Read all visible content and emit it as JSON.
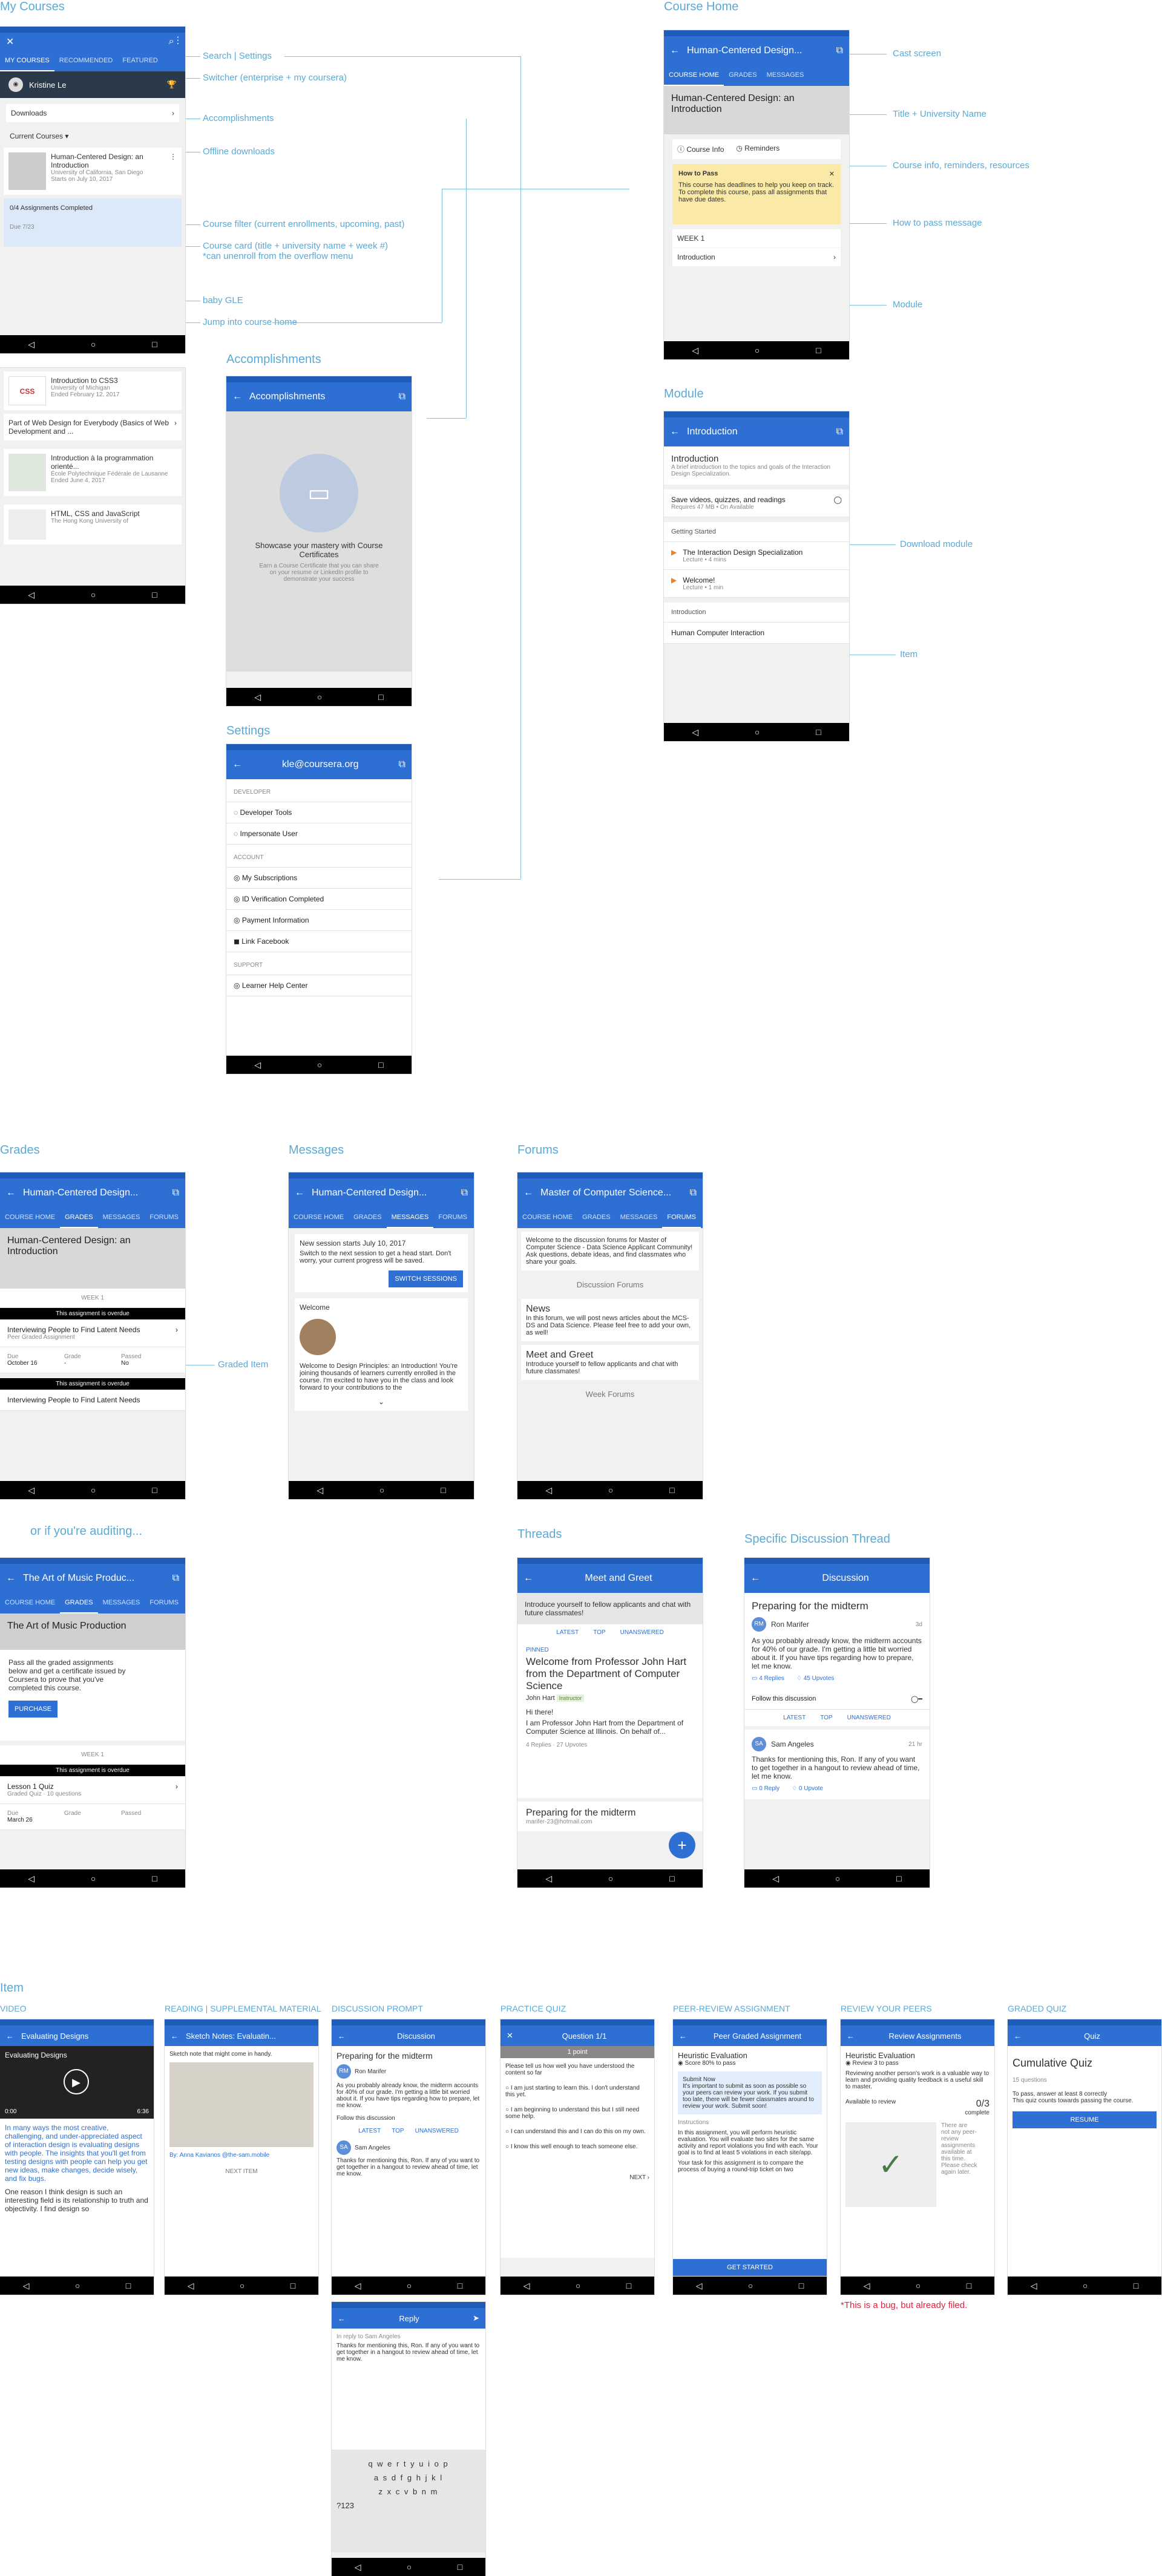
{
  "sections": {
    "my_courses": "My Courses",
    "course_home": "Course Home",
    "accomplishments": "Accomplishments",
    "module": "Module",
    "settings": "Settings",
    "grades": "Grades",
    "messages": "Messages",
    "forums": "Forums",
    "auditing": "or if you're auditing...",
    "threads": "Threads",
    "thread": "Specific Discussion Thread",
    "item": "Item"
  },
  "annotations": {
    "search": "Search  |  Settings",
    "switcher": "Switcher (enterprise + my coursera)",
    "accomplishments": "Accomplishments",
    "offline": "Offline downloads",
    "filter": "Course filter (current enrollments, upcoming, past)",
    "card": "Course card (title + university name + week #)",
    "card2": "*can unenroll from the overflow menu",
    "gle": "baby GLE",
    "jump": "Jump into course home",
    "cast": "Cast screen",
    "title": "Title + University Name",
    "info": "Course info, reminders, resources",
    "pass": "How to pass message",
    "module": "Module",
    "download": "Download module",
    "item": "Item",
    "graded": "Graded Item"
  },
  "item_labels": [
    "VIDEO",
    "READING | Supplemental material",
    "DISCUSSION PROMPT",
    "PRACTICE QUIZ",
    "PEER-REVIEW ASSIGNMENT",
    "REVIEW YOUR PEERS",
    "GRADED QUIZ"
  ],
  "bug_note": "*This is a bug, but already filed.",
  "nav": {
    "back": "◁",
    "home": "○",
    "recent": "□"
  },
  "mycourses": {
    "tabs": [
      "MY COURSES",
      "RECOMMENDED",
      "FEATURED"
    ],
    "user": "Kristine Le",
    "downloads": "Downloads",
    "filter": "Current Courses",
    "course1": "Human-Centered Design: an Introduction",
    "uni1": "University of California, San Diego",
    "start1": "Starts on July 10, 2017",
    "completed": "0/4 Assignments Completed",
    "due": "Due 7/23",
    "course2": "Introduction to CSS3",
    "uni2": "University of Michigan",
    "end2": "Ended February 12, 2017",
    "course3": "Part of Web Design for Everybody (Basics of Web Development and ...",
    "course4": "Introduction à la programmation orienté...",
    "uni4": "École Polytechnique Fédérale de Lausanne",
    "end4": "Ended June 4, 2017",
    "course5": "HTML, CSS and JavaScript",
    "uni5": "The Hong Kong University of"
  },
  "coursehome": {
    "title": "Human-Centered Design...",
    "tabs": [
      "COURSE HOME",
      "GRADES",
      "MESSAGES"
    ],
    "hero": "Human-Centered Design: an Introduction",
    "info": "Course Info",
    "reminders": "Reminders",
    "pass_title": "How to Pass",
    "pass_body": "This course has deadlines to help you keep on track. To complete this course, pass all assignments that have due dates.",
    "week": "WEEK 1",
    "intro": "Introduction"
  },
  "accomp": {
    "title": "Accomplishments",
    "head": "Showcase your mastery with Course Certificates",
    "body": "Earn a Course Certificate that you can share on your resume or LinkedIn profile to demonstrate your success"
  },
  "modulescr": {
    "title": "Introduction",
    "heading": "Introduction",
    "desc": "A brief introduction to the topics and goals of the Interaction Design Specialization.",
    "save": "Save videos, quizzes, and readings",
    "save_sub": "Requires 47 MB • On Available",
    "group": "Getting Started",
    "it1": "The Interaction Design Specialization",
    "it1s": "Lecture • 4 mins",
    "it2": "Welcome!",
    "it2s": "Lecture • 1 min",
    "group2": "Introduction",
    "it3": "Human Computer Interaction"
  },
  "settings": {
    "email": "kle@coursera.org",
    "dev": "DEVELOPER",
    "tools": "Developer Tools",
    "imp": "Impersonate User",
    "acct": "ACCOUNT",
    "subs": "My Subscriptions",
    "id": "ID Verification Completed",
    "pay": "Payment Information",
    "fb": "Link Facebook",
    "support": "SUPPORT",
    "help": "Learner Help Center"
  },
  "grades": {
    "title": "Human-Centered Design...",
    "tabs": [
      "COURSE HOME",
      "GRADES",
      "MESSAGES",
      "FORUMS"
    ],
    "hero": "Human-Centered Design: an Introduction",
    "week": "WEEK 1",
    "overdue": "This assignment is overdue",
    "item": "Interviewing People to Find Latent Needs",
    "type": "Peer Graded Assignment",
    "cols": [
      "Due",
      "Grade",
      "Passed"
    ],
    "vals": [
      "October 16",
      "-",
      "No"
    ],
    "item2": "Interviewing People to Find Latent Needs"
  },
  "messages": {
    "title": "Human-Centered Design...",
    "tabs": [
      "COURSE HOME",
      "GRADES",
      "MESSAGES",
      "FORUMS"
    ],
    "msg_title": "New session starts July 10, 2017",
    "msg_body": "Switch to the next session to get a head start. Don't worry, your current progress will be saved.",
    "btn": "SWITCH SESSIONS",
    "welcome": "Welcome",
    "welcome_body": "Welcome to Design Principles: an Introduction! You're joining thousands of learners currently enrolled in the course. I'm excited to have you in the class and look forward to your contributions to the"
  },
  "forums": {
    "title": "Master of Computer Science...",
    "tabs": [
      "COURSE HOME",
      "GRADES",
      "MESSAGES",
      "FORUMS"
    ],
    "intro": "Welcome to the discussion forums for Master of Computer Science - Data Science Applicant Community! Ask questions, debate ideas, and find classmates who share your goals.",
    "dforums": "Discussion Forums",
    "news": "News",
    "news_body": "In this forum, we will post news articles about the MCS-DS and Data Science. Please feel free to add your own, as well!",
    "meet": "Meet and Greet",
    "meet_body": "Introduce yourself to fellow applicants and chat with future classmates!",
    "week": "Week Forums"
  },
  "audit": {
    "title": "The Art of Music Produc...",
    "tabs": [
      "COURSE HOME",
      "GRADES",
      "MESSAGES",
      "FORUMS"
    ],
    "hero": "The Art of Music Production",
    "body": "Pass all the graded assignments below and get a certificate issued by Coursera to prove that you've completed this course.",
    "btn": "PURCHASE",
    "week": "WEEK 1",
    "overdue": "This assignment is overdue",
    "quiz": "Lesson 1 Quiz",
    "quiz_sub": "Graded Quiz · 10 questions",
    "cols": [
      "Due",
      "Grade",
      "Passed"
    ],
    "due": "March 26"
  },
  "threads": {
    "title": "Meet and Greet",
    "intro": "Introduce yourself to fellow applicants and chat with future classmates!",
    "tabs": [
      "LATEST",
      "TOP",
      "UNANSWERED"
    ],
    "pinned": "PINNED",
    "post": "Welcome from Professor John Hart from the Department of Computer Science",
    "author": "John Hart",
    "badge": "Instructor",
    "hi": "Hi there!",
    "body": "I am Professor John Hart from the Department of Computer Science at Illinois. On behalf of...",
    "stats": "4 Replies · 27 Upvotes",
    "post2": "Preparing for the midterm",
    "email": "marifer-23@hotmail.com"
  },
  "thread": {
    "title": "Discussion",
    "post": "Preparing for the midterm",
    "author": "Ron Marifer",
    "initials": "RM",
    "time": "3d",
    "body": "As you probably already know, the midterm accounts for 40% of our grade. I'm getting a little bit worried about it. If you have tips regarding how to prepare, let me know.",
    "replies": "4 Replies",
    "upvotes": "45 Upvotes",
    "follow": "Follow this discussion",
    "tabs": [
      "LATEST",
      "TOP",
      "UNANSWERED"
    ],
    "r_author": "Sam Angeles",
    "r_initials": "SA",
    "r_time": "21 hr",
    "r_body": "Thanks for mentioning this, Ron. If any of you want to get together in a hangout to review ahead of time, let me know.",
    "r_replies": "0 Reply",
    "r_upvotes": "0 Upvote"
  },
  "items": {
    "video_title": "Evaluating Designs",
    "video_body": "In many ways the most creative, challenging, and under-appreciated aspect of interaction design is evaluating designs with people. The insights that you'll get from testing designs with people can help you get new ideas, make changes, decide wisely, and fix bugs.",
    "video_body2": "One reason I think design is such an interesting field is its relationship to truth and objectivity. I find design so",
    "video_time": "0:00",
    "video_dur": "6:36",
    "read_title": "Sketch Notes: Evaluatin...",
    "read_sub": "Sketch note that might come in handy.",
    "read_by": "By: Anna Kavianos @the-sam.mobile",
    "read_next": "NEXT ITEM",
    "disc_title": "Discussion",
    "disc_post": "Preparing for the midterm",
    "quiz_title": "Question 1/1",
    "quiz_pts": "1 point",
    "quiz_q": "Please tell us how well you have understood the content so far",
    "quiz_opts": [
      "I am just starting to learn this. I don't understand this yet.",
      "I am beginning to understand this but I still need some help.",
      "I can understand this and I can do this on my own.",
      "I know this well enough to teach someone else."
    ],
    "quiz_next": "NEXT",
    "peer_title": "Peer Graded Assignment",
    "peer_head": "Heuristic Evaluation",
    "peer_score": "Score 80% to pass",
    "peer_submit": "Submit Now",
    "peer_submit_body": "It's important to submit as soon as possible so your peers can review your work. If you submit too late, there will be fewer classmates around to review your work. Submit soon!",
    "peer_instr": "Instructions",
    "peer_body": "In this assignment, you will perform heuristic evaluation. You will evaluate two sites for the same activity and report violations you find with each. Your goal is to find at least 5 violations in each site/app.",
    "peer_body2": "Your task for this assignment is to compare the process of buying a round-trip ticket on two",
    "peer_btn": "GET STARTED",
    "rev_title": "Review Assignments",
    "rev_head": "Heuristic Evaluation",
    "rev_pass": "Review 3 to pass",
    "rev_body": "Reviewing another person's work is a valuable way to learn and providing quality feedback is a useful skill to master.",
    "rev_avail": "Available to review",
    "rev_count": "0/3",
    "rev_complete": "complete",
    "rev_note": "There are not any peer-review assignments available at this time. Please check again later.",
    "gq_title": "Quiz",
    "gq_head": "Cumulative Quiz",
    "gq_q": "15 questions",
    "gq_pass": "To pass, answer at least 8 correctly",
    "gq_count": "This quiz counts towards passing the course.",
    "gq_btn": "RESUME",
    "reply_title": "Reply",
    "reply_to": "In reply to Sam Angeles",
    "reply_body": "Thanks for mentioning this, Ron. If any of you want to get together in a hangout to review ahead of time, let me know.",
    "kb1": "q w e r t y u i o p",
    "kb2": "a s d f g h j k l",
    "kb3": "z x c v b n m",
    "kb4": "?123"
  }
}
